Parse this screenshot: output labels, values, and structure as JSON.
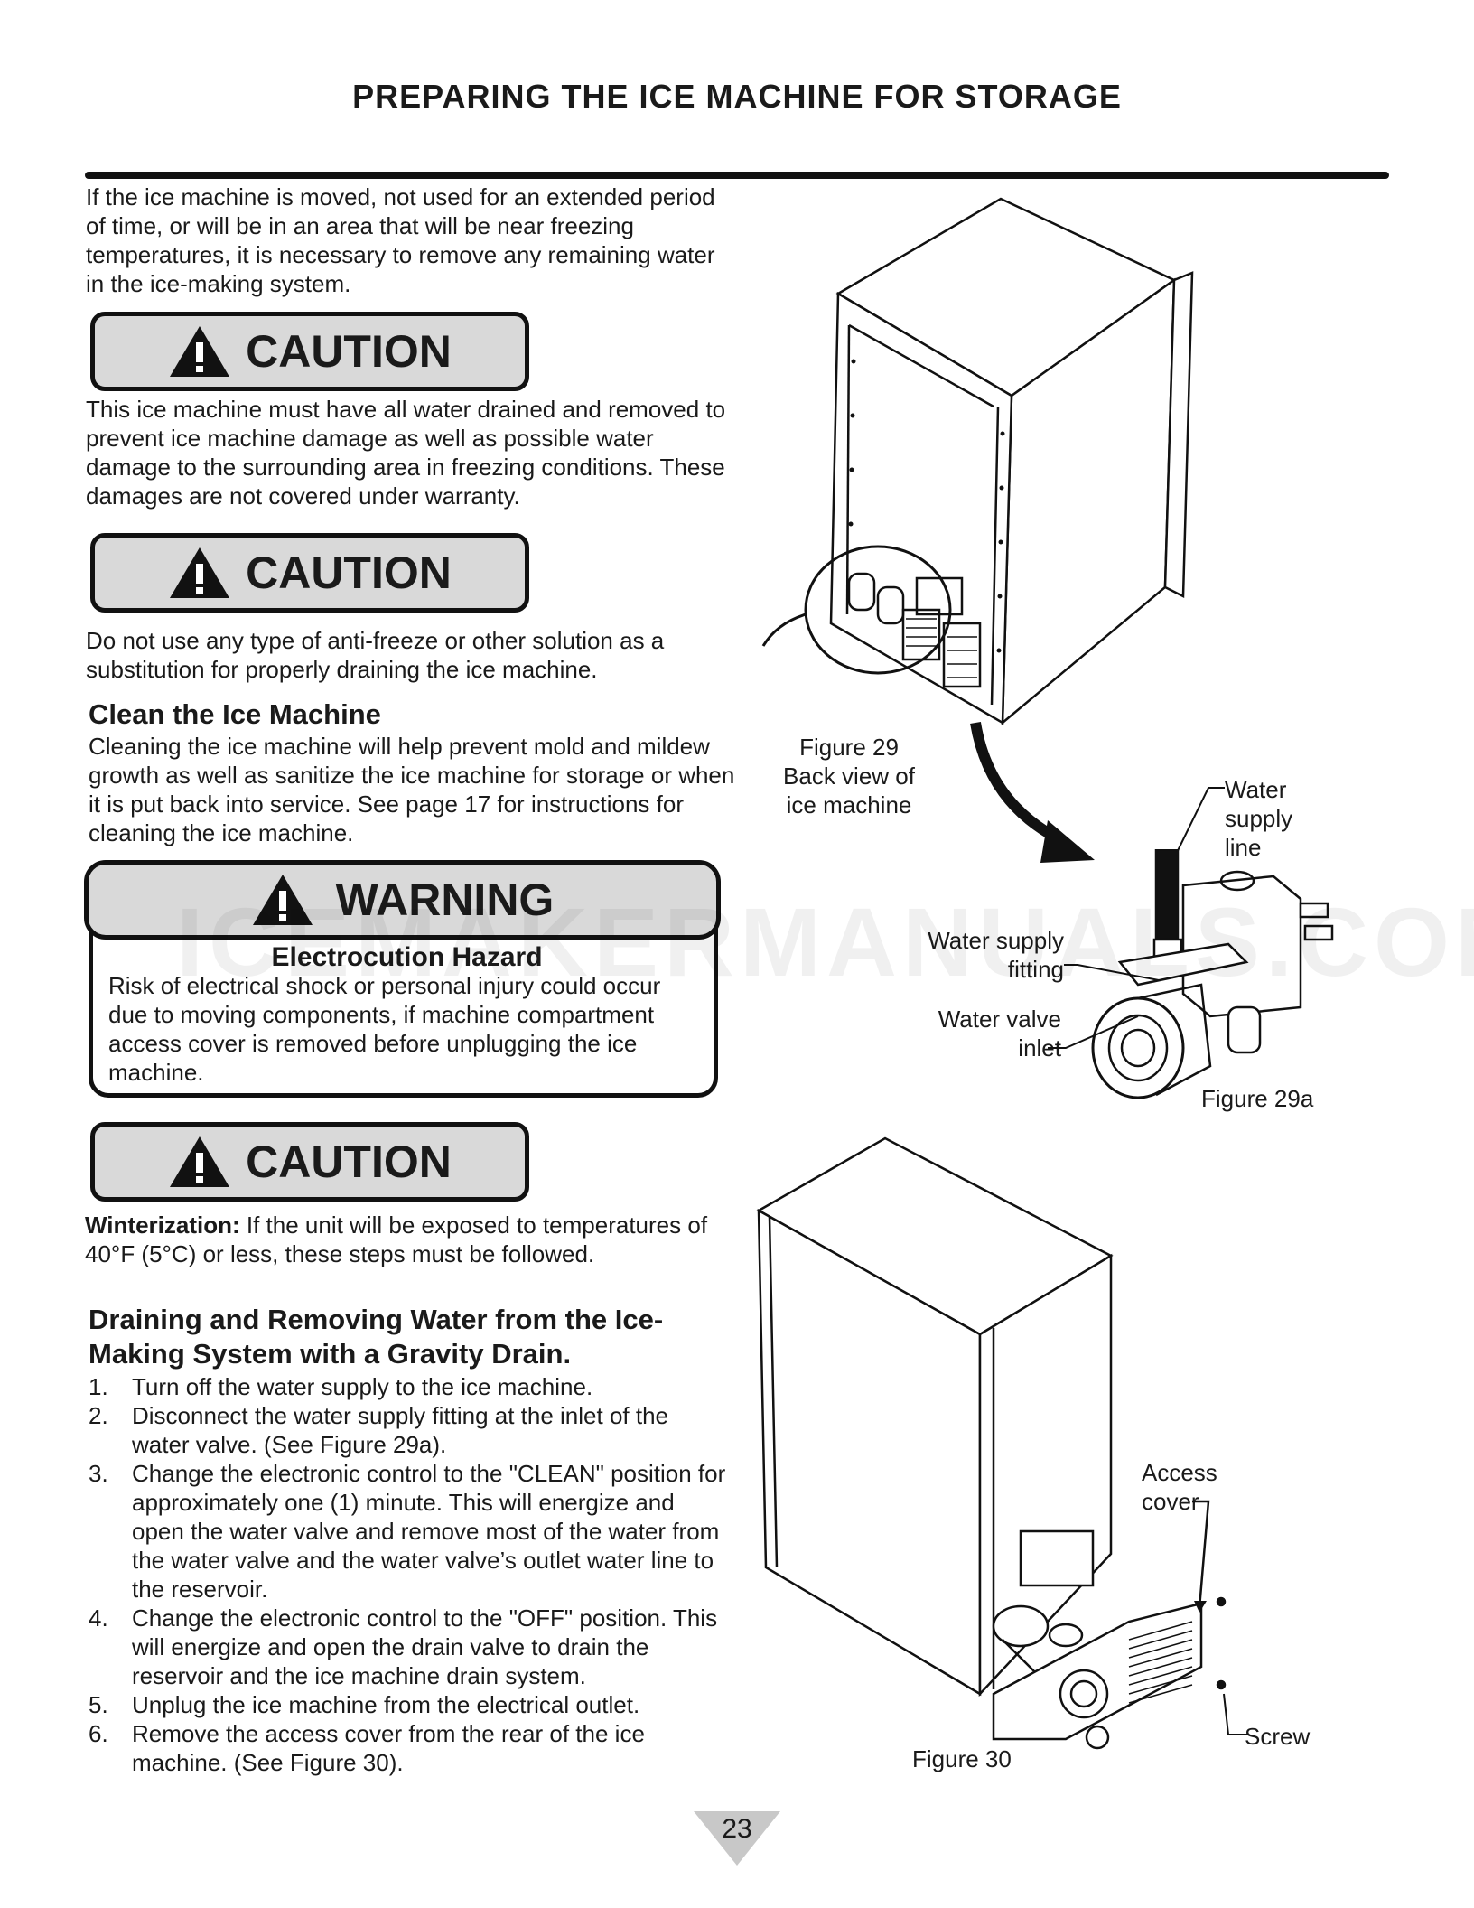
{
  "page": {
    "title": "PREPARING THE ICE MACHINE FOR STORAGE",
    "intro": "If the ice machine is moved, not used for an extended period of time, or will be in an area that will be near freezing temperatures, it is necessary to remove any remaining water in the ice-making system.",
    "caution1": {
      "label": "CAUTION",
      "text": "This ice machine must have all water drained and removed to prevent ice machine damage as well as possible water damage to the surrounding area in freezing conditions. These damages are not covered under warranty."
    },
    "caution2": {
      "label": "CAUTION",
      "text": "Do not use any type of anti-freeze or other solution as a substitution for properly draining the ice machine."
    },
    "clean": {
      "heading": "Clean the Ice Machine",
      "text": "Cleaning the ice machine will help prevent mold and mildew growth as well as sanitize the ice machine for storage or when it is put back into service. See page 17 for instructions for cleaning the ice machine."
    },
    "warning": {
      "label": "WARNING",
      "subheading": "Electrocution Hazard",
      "text": "Risk of electrical shock or personal injury could occur due to moving components, if machine compartment access cover is removed before unplugging the ice machine."
    },
    "caution3": {
      "label": "CAUTION",
      "bold_lead": "Winterization:",
      "text": " If the unit will be exposed to temperatures of 40°F (5°C) or less, these steps must be followed."
    },
    "draining": {
      "heading": "Draining and Removing Water from the Ice-Making System with a Gravity Drain.",
      "steps": [
        {
          "n": "1.",
          "text": "Turn off the water supply to the ice machine."
        },
        {
          "n": "2.",
          "text": "Disconnect the water supply fitting at the inlet of the water valve. (See Figure 29a)."
        },
        {
          "n": "3.",
          "text": "Change the electronic control to the \"CLEAN\" position for approximately one (1) minute. This will energize and open the water valve and remove most of the water from the water valve and the water valve’s outlet water line to the reservoir."
        },
        {
          "n": "4.",
          "text": "Change the electronic control to the \"OFF\" position. This will energize and open the drain valve to drain the reservoir and the ice machine drain system."
        },
        {
          "n": "5.",
          "text": "Unplug the ice machine from the electrical outlet."
        },
        {
          "n": "6.",
          "text": "Remove the access cover from the rear of the ice machine. (See Figure 30)."
        }
      ]
    },
    "figures": {
      "fig29": {
        "caption_line1": "Figure 29",
        "caption_line2": "Back view of",
        "caption_line3": "ice machine"
      },
      "fig29a": {
        "caption": "Figure 29a",
        "label_supply_line": [
          "Water",
          "supply",
          "line"
        ],
        "label_fitting": [
          "Water supply",
          "fitting"
        ],
        "label_inlet": [
          "Water valve",
          "inlet"
        ]
      },
      "fig30": {
        "caption": "Figure 30",
        "label_access": [
          "Access",
          "cover"
        ],
        "label_screw": "Screw"
      }
    },
    "watermark": "ICEMAKERMANUALS.COM",
    "page_number": "23",
    "colors": {
      "badge_fill": "#d9d9d9",
      "ink": "#111111"
    }
  }
}
